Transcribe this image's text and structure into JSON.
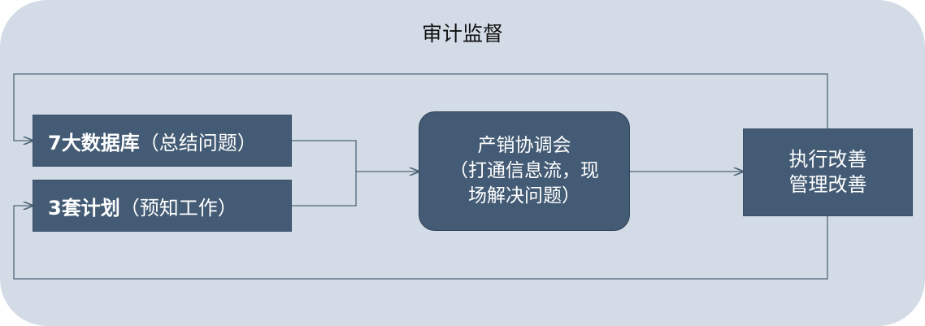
{
  "title": "审计监督",
  "boxes": {
    "databases": {
      "bold": "7大数据库",
      "normal": "（总结问题）"
    },
    "plans": {
      "bold": "3套计划",
      "normal": "（预知工作）"
    },
    "meeting": {
      "lines": [
        "产销协调会",
        "（打通信息流，现",
        "场解决问题）"
      ]
    },
    "improve": {
      "lines": [
        "执行改善",
        "管理改善"
      ]
    }
  },
  "colors": {
    "panel": "#d3dce6",
    "box": "#435b74",
    "line": "#4f6478"
  }
}
